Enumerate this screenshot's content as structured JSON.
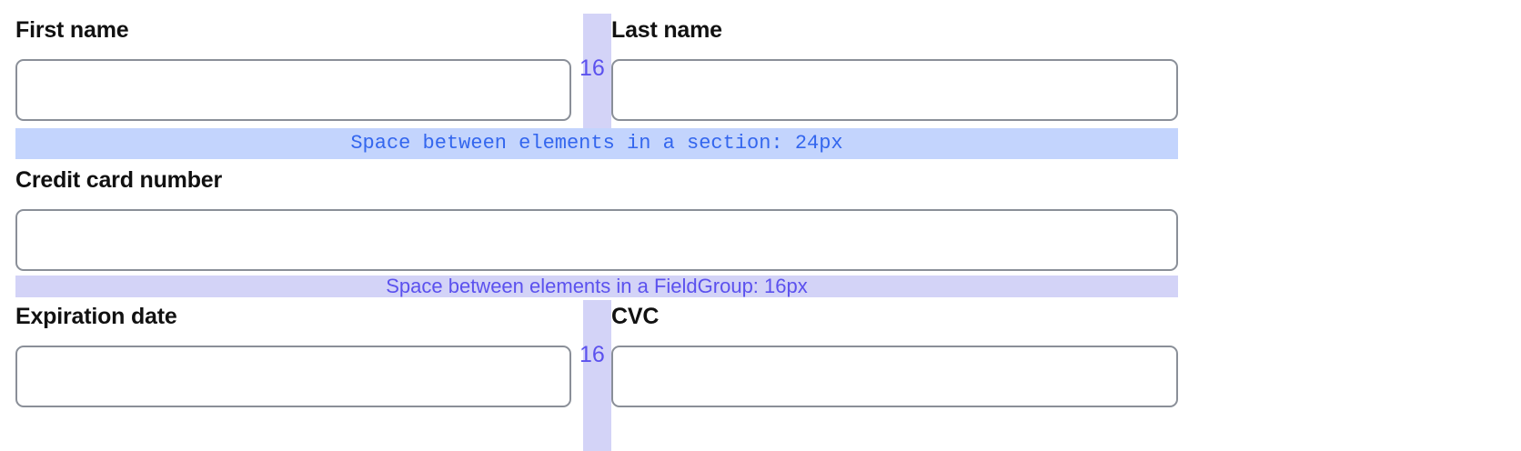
{
  "form": {
    "rows": [
      {
        "name": "name-row",
        "fields": [
          {
            "label": "First name",
            "value": "",
            "placeholder": ""
          },
          {
            "label": "Last name",
            "value": "",
            "placeholder": ""
          }
        ]
      },
      {
        "name": "card-row",
        "fields": [
          {
            "label": "Credit card number",
            "value": "",
            "placeholder": ""
          }
        ]
      },
      {
        "name": "expiry-row",
        "fields": [
          {
            "label": "Expiration date",
            "value": "",
            "placeholder": ""
          },
          {
            "label": "CVC",
            "value": "",
            "placeholder": ""
          }
        ]
      }
    ]
  },
  "annotations": {
    "section_gap": {
      "text": "Space between elements in a section: 24px",
      "value": "24px",
      "band_color": "#c3d4fd",
      "text_color": "#3366ee"
    },
    "fieldgroup_gap": {
      "text": "Space between elements in a FieldGroup: 16px",
      "value": "16px",
      "band_color": "#d3d3f7",
      "text_color": "#5b51ee"
    },
    "column_gap_top": {
      "label": "16",
      "bar_color": "#d3d3f7",
      "text_color": "#5b51ee"
    },
    "column_gap_bottom": {
      "label": "16",
      "bar_color": "#d3d3f7",
      "text_color": "#5b51ee"
    }
  },
  "theme": {
    "background": "#ffffff",
    "label_color": "#111111",
    "input_border": "#8a8f98"
  }
}
